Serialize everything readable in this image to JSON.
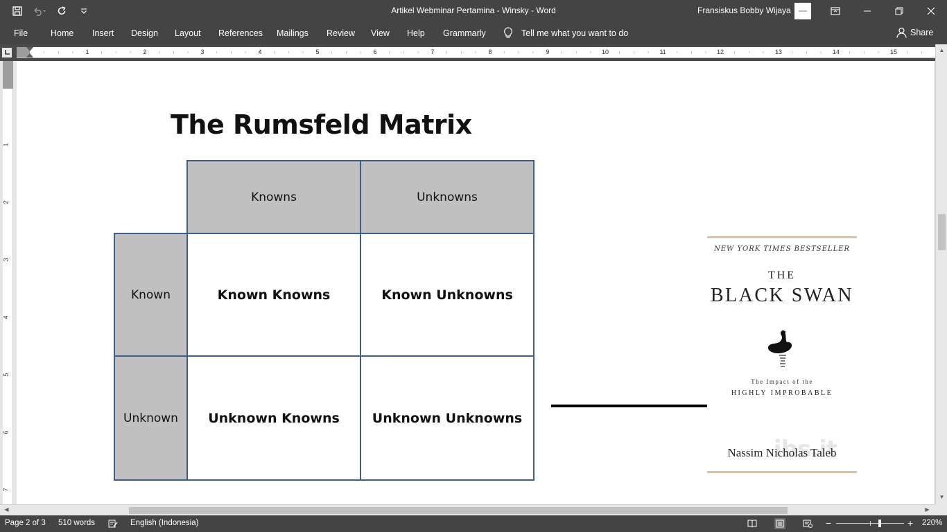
{
  "titlebar": {
    "doc_title": "Artikel Webminar Pertamina - Winsky  -  Word",
    "user_name": "Fransiskus Bobby Wijaya"
  },
  "ribbon": {
    "tabs": [
      "File",
      "Home",
      "Insert",
      "Design",
      "Layout",
      "References",
      "Mailings",
      "Review",
      "View",
      "Help",
      "Grammarly"
    ],
    "tell_me": "Tell me what you want to do",
    "share": "Share"
  },
  "ruler": {
    "numbers": [
      "1",
      "2",
      "3",
      "4",
      "5",
      "6",
      "7",
      "8",
      "9",
      "10",
      "11",
      "12",
      "13",
      "14",
      "15"
    ],
    "vertical_numbers": [
      "1",
      "2",
      "3",
      "4",
      "5",
      "6",
      "7"
    ]
  },
  "document": {
    "title": "The Rumsfeld Matrix",
    "matrix": {
      "col_headers": [
        "Knowns",
        "Unknowns"
      ],
      "row_headers": [
        "Known",
        "Unknown"
      ],
      "cells": [
        [
          "Known Knowns",
          "Known Unknowns"
        ],
        [
          "Unknown Knowns",
          "Unknown Unknowns"
        ]
      ]
    },
    "book": {
      "bestseller": "NEW YORK TIMES BESTSELLER",
      "the": "THE",
      "title": "BLACK SWAN",
      "subtitle_1": "The Impact of the",
      "subtitle_2": "HIGHLY IMPROBABLE",
      "author": "Nassim Nicholas Taleb",
      "watermark": "ibs.it"
    }
  },
  "statusbar": {
    "page": "Page 2 of 3",
    "words": "510 words",
    "language": "English (Indonesia)",
    "zoom": "220%",
    "zoom_minus": "−",
    "zoom_plus": "+"
  }
}
